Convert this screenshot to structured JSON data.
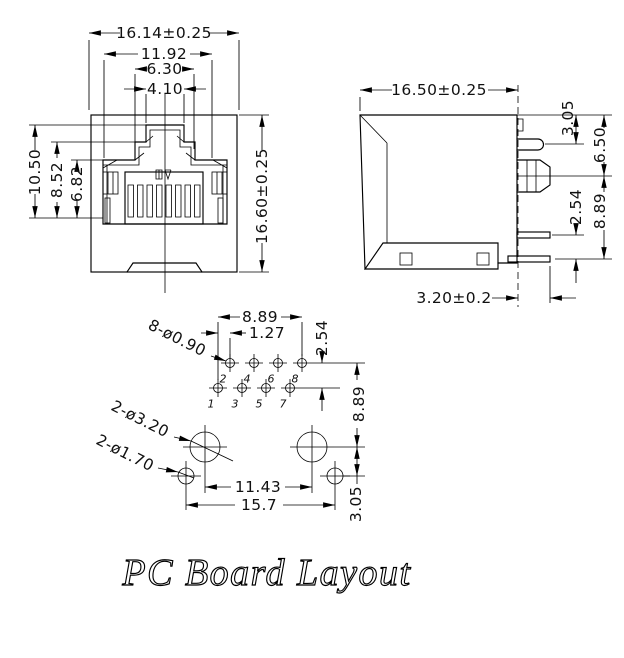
{
  "title": "PC Board Layout",
  "front_view": {
    "dims": {
      "w_outer": "16.14±0.25",
      "w_opening": "11.92",
      "w_step": "6.30",
      "w_latch": "4.10",
      "h_latch": "10.50",
      "h_step": "8.52",
      "h_opening": "6.82",
      "h_outer": "16.60±0.25"
    }
  },
  "side_view": {
    "dims": {
      "depth": "16.50±0.25",
      "latch_offset": "3.05",
      "stop_offset": "6.50",
      "pin_pitch": "2.54",
      "pin_span": "8.89",
      "pin_length": "3.20±0.2"
    }
  },
  "pcb_layout": {
    "labels": {
      "pin_holes": "8-ø0.90",
      "post_holes": "2-ø3.20",
      "boss_holes": "2-ø1.70"
    },
    "dims": {
      "pin_row_span": "8.89",
      "pin_stagger": "1.27",
      "row_pitch": "2.54",
      "row_to_post": "8.89",
      "post_to_boss": "3.05",
      "post_pitch": "11.43",
      "boss_pitch": "15.7"
    },
    "pin_numbers": [
      "1",
      "2",
      "3",
      "4",
      "5",
      "6",
      "7",
      "8"
    ]
  }
}
